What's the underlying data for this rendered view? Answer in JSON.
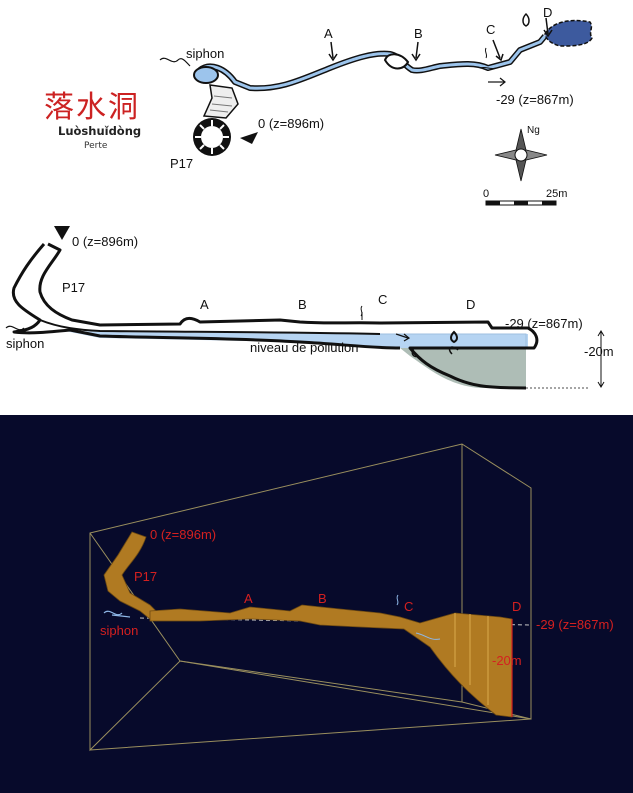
{
  "plan": {
    "cave_name_zh": "落水洞",
    "cave_name_pinyin": "Luòshuǐdòng",
    "cave_type": "Perte",
    "labels": {
      "siphon": "siphon",
      "a": "A",
      "b": "B",
      "c": "C",
      "d": "D",
      "entrance": "0 (z=896m)",
      "pit": "P17",
      "bottom": "-29 (z=867m)"
    },
    "north_label": "Ng",
    "scale": {
      "start": "0",
      "end": "25m"
    }
  },
  "profile": {
    "labels": {
      "entrance": "0 (z=896m)",
      "pit": "P17",
      "siphon": "siphon",
      "a": "A",
      "b": "B",
      "c": "C",
      "d": "D",
      "bottom": "-29 (z=867m)",
      "pollution": "niveau de pollution",
      "depth": "-20m"
    }
  },
  "model": {
    "labels": {
      "entrance": "0 (z=896m)",
      "pit": "P17",
      "siphon": "siphon",
      "a": "A",
      "b": "B",
      "c": "C",
      "d": "D",
      "bottom": "-29 (z=867m)",
      "depth": "-20m"
    },
    "colors": {
      "background": "#070a2b",
      "passage": "#b07a22",
      "label": "#d42020",
      "box": "#9a8f5e"
    }
  }
}
